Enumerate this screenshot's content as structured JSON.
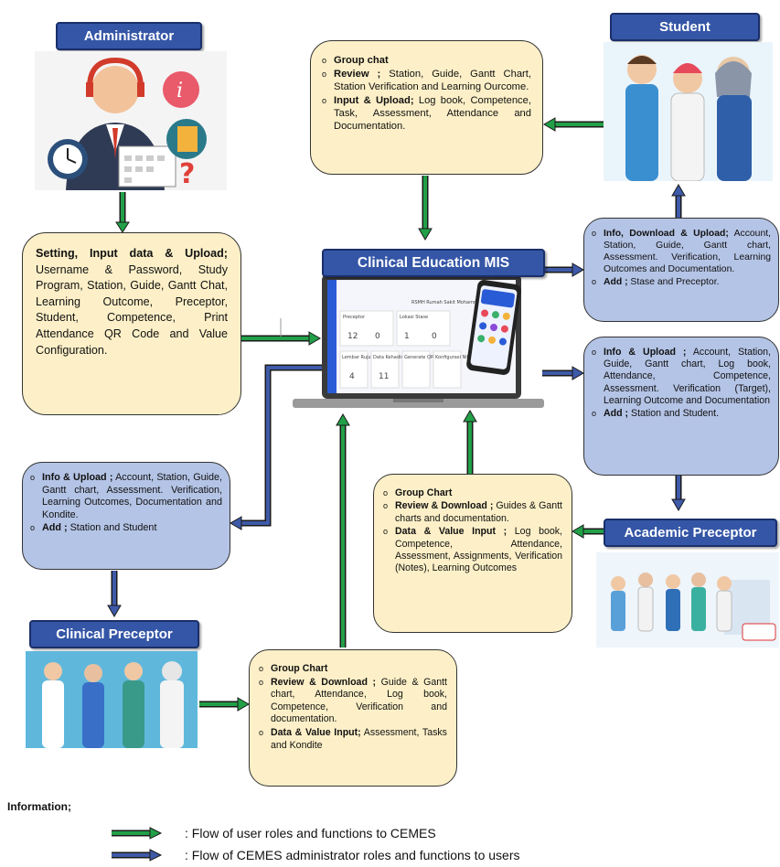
{
  "roles": {
    "administrator": "Administrator",
    "student": "Student",
    "academic_preceptor": "Academic Preceptor",
    "clinical_preceptor": "Clinical Preceptor"
  },
  "center": {
    "title": "Clinical Education MIS",
    "screen": {
      "hospital": "RSMH Rumah Sakit Mohammad Hoesin",
      "panel_left": "Preceptor",
      "panel_right": "Lokasi Stase",
      "stats": [
        "12",
        "0",
        "1",
        "0"
      ],
      "tiles": [
        "Lembar Rujuk",
        "Data Kehadiran",
        "Generate QR Code",
        "Konfigurasi Nilai"
      ],
      "tile_values": [
        "4",
        "11"
      ]
    }
  },
  "boxes": {
    "admin_settings": {
      "head": "Setting, Input data & Upload;",
      "body": " Username & Password, Study Program, Station, Guide, Gantt Chat, Learning Outcome, Preceptor, Student, Competence, Print Attendance QR Code and Value Configuration."
    },
    "top_center": [
      {
        "head": "Group chat",
        "body": ""
      },
      {
        "head": "Review ;",
        "body": " Station, Guide, Gantt Chart, Station Verification and Learning Ourcome."
      },
      {
        "head": "Input & Upload;",
        "body": " Log book, Competence, Task, Assessment, Attendance and Documentation."
      }
    ],
    "right_top": [
      {
        "head": "Info, Download & Upload;",
        "body": " Account, Station, Guide, Gantt chart, Assessment. Verification, Learning Outcomes and Documentation."
      },
      {
        "head": "Add ;",
        "body": " Stase and Preceptor."
      }
    ],
    "right_mid": [
      {
        "head": "Info & Upload ;",
        "body": " Account, Station, Guide, Gantt chart, Log book, Attendance, Competence, Assessment. Verification (Target), Learning Outcome and Documentation"
      },
      {
        "head": "Add ;",
        "body": " Station and Student."
      }
    ],
    "left_mid": [
      {
        "head": "Info & Upload ;",
        "body": " Account, Station, Guide, Gantt chart, Assessment. Verification, Learning Outcomes, Documentation and Kondite."
      },
      {
        "head": "Add ;",
        "body": " Station and Student"
      }
    ],
    "academic": [
      {
        "head": "Group Chart",
        "body": ""
      },
      {
        "head": "Review & Download ;",
        "body": " Guides & Gantt charts and documentation."
      },
      {
        "head": "Data & Value Input ;",
        "body": " Log book, Competence, Attendance, Assessment, Assignments, Verification (Notes), Learning Outcomes"
      }
    ],
    "clinical": [
      {
        "head": "Group Chart",
        "body": ""
      },
      {
        "head": "Review & Download ;",
        "body": " Guide & Gantt chart, Attendance, Log book, Competence, Verification and documentation."
      },
      {
        "head": "Data & Value Input;",
        "body": " Assessment, Tasks and Kondite"
      }
    ]
  },
  "legend": {
    "title": "Information;",
    "green": ": Flow of user roles and functions to CEMES",
    "blue": ": Flow of CEMES administrator roles and functions to users"
  },
  "colors": {
    "green_arrow": "#22a048",
    "blue_arrow": "#3e5aa8",
    "role_label": "#3556a6",
    "yellow_box": "#fdf0c8",
    "blue_box": "#b4c4e6"
  }
}
